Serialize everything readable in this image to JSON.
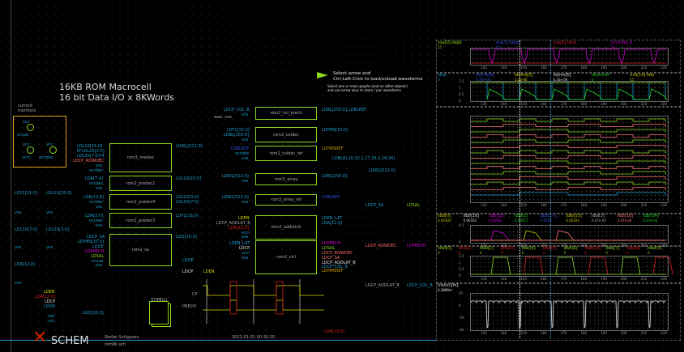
{
  "title": {
    "line1": "16KB ROM Macrocell",
    "line2": "16 bit Data I/O x 8KWords"
  },
  "current_monitors": {
    "label": "current\nmonitors",
    "items": [
      {
        "top": "vcc",
        "bottom": "vccsa"
      },
      {
        "top": "vcc",
        "bottom": "vccl"
      },
      {
        "top": "vcc",
        "bottom": "vccdec"
      }
    ]
  },
  "hint": {
    "line1": "Select arrow and",
    "line2": "Ctrl-Left-Click to load/unload waveforms",
    "line3": "Select one or more graphs (and no other objects)",
    "line4": "and use arrow keys to zoom / pan waveforms"
  },
  "blocks": [
    {
      "name": "rom3_rowdec",
      "inputs": [
        "LDL1X[15:0]",
        "8*LDL2X[3:0]",
        "LDL3X[7:0]*4",
        "LDCP_ROWDEC",
        "vss",
        "vccdec"
      ],
      "outputs": [
        "LDWL[511:0]"
      ]
    },
    {
      "name": "rom2_predec1",
      "inputs": [
        "LDA[7:4]",
        "vccdec",
        "vss"
      ],
      "outputs": [
        "LDL1X[15:0]"
      ]
    },
    {
      "name": "rom2_predec4",
      "inputs": [
        "LDA[12:8]",
        "vccdec",
        "vss"
      ],
      "outputs": [
        "LDL2X[3:0]",
        "LDL3X[7:0]"
      ]
    },
    {
      "name": "rom2_predec3",
      "inputs": [
        "LDA[3:0]",
        "vccdec",
        "vss"
      ],
      "outputs": [
        "LDY1[15:0]"
      ]
    },
    {
      "name": "rom2_sa",
      "inputs": [
        "LDCP_SA",
        "LDYMS[15:0]",
        "LDOE",
        "LDPRECH",
        "LDSAL",
        "vccsa",
        "vss"
      ],
      "outputs": [
        "LDQ[15:0]"
      ]
    },
    {
      "name": "rom2_col_prech",
      "inputs": [
        "LDCP_COL_B",
        "vss"
      ],
      "outputs": [
        "LDBL[255:0],LDBLREF"
      ]
    },
    {
      "name": "rom2_coldec",
      "inputs": [
        "LDY1[15:0]",
        "LDBL[255:0]",
        "vss"
      ],
      "outputs": [
        "LDYMS[15:0]"
      ]
    },
    {
      "name": "rom2_coldec_ref",
      "inputs": [
        "LDBLREF",
        "vccdec",
        "vss"
      ],
      "outputs": [
        "LDYMSREF"
      ]
    },
    {
      "name": "rom3_array",
      "inputs": [
        "LDWL[511:0]",
        "vss"
      ],
      "outputs": [
        "LDBL[255:0]"
      ]
    },
    {
      "name": "rom3_array_ref",
      "inputs": [
        "LDWL[511:0]",
        "vss"
      ],
      "outputs": [
        "LDBLREF"
      ]
    },
    {
      "name": "rom2_addlatch",
      "inputs": [
        "LDEN",
        "LDCP_ADDLAT_B",
        "LDA[12:0]",
        "vccl",
        "vss"
      ],
      "outputs": [
        "LDEN_LAT",
        "LDA[12:0]"
      ]
    },
    {
      "name": "rom2_ctrl",
      "inputs": [
        "LDEN_LAT",
        "LDCP",
        "vccl",
        "vss"
      ],
      "outputs": [
        "LDPRECH",
        "LDSAL",
        "LDCP_ROWDEC",
        "LDCP_SA",
        "LDCP_ADDLAT_B",
        "LDCP_COL_B",
        "LDYMSREF"
      ]
    }
  ],
  "was_label": "was: vsa",
  "probes_left": [
    "LDY1[15:0]",
    "LDL1X[15:0]",
    "LDL3X[7:0]",
    "LDL2X[3:0]",
    "LDA[12:0]"
  ],
  "probes_mid": [
    "LDCP_SA",
    "LDSAL",
    "LDCP_ROWDEC",
    "LDPRECH",
    "LDCP_ADDLAT_B",
    "LDCP_COL_B"
  ],
  "net_labels": {
    "ldbl_list": "LDBL[0,16,32,1,17,33,2,18,34]",
    "ldwl": "LDWL[511:0]",
    "lda_bottom": "LDA[12:0]",
    "lden": "LDEN",
    "ldoe": "LDOE",
    "ldcp": "LDCP",
    "vss": "vss"
  },
  "pins": [
    {
      "label": "LDEN",
      "color": "yel"
    },
    {
      "label": "LDA[12:0]",
      "color": "red"
    },
    {
      "label": "LDCP",
      "color": "wht"
    },
    {
      "label": "LDOE",
      "color": "blue"
    },
    {
      "label": "vss",
      "color": "blue"
    },
    {
      "label": "vcc",
      "color": "blue"
    }
  ],
  "ldq_pin": "LDQ[15:0]",
  "stimuli_label": "STIMULI",
  "timing": {
    "signals": [
      "CP",
      "PRECH"
    ]
  },
  "footer": {
    "logo": "SCHEM",
    "author": "Stefan Schippers",
    "file": "rom8k.sch",
    "date": "2022-01-31  00:32:20"
  },
  "graphs": [
    {
      "traces": [
        {
          "name": "xsa[0].ldqib",
          "val": "15",
          "color": "#8ed820"
        },
        {
          "name": "xsa[5].ldqib",
          "val": "15",
          "color": "#2f50e0"
        },
        {
          "name": "xsa[0].ldsal",
          "val": "0",
          "color": "#d81e1e"
        },
        {
          "name": "xctrl.ldq_b",
          "val": "15",
          "color": "#d000d0"
        }
      ]
    },
    {
      "traces": [
        {
          "name": "ldcp",
          "val": "0",
          "color": "#1ea0d0"
        },
        {
          "name": "ldyms[4]",
          "val": "5.00e-04",
          "color": "#2f50e0"
        },
        {
          "name": "ldyms[5]",
          "val": "1.2e-04",
          "color": "#d8d800"
        },
        {
          "name": "ldyms[6]",
          "val": "6.33e-04",
          "color": "#d8d8d8"
        },
        {
          "name": "ldymsref",
          "val": "0",
          "color": "#20d020"
        },
        {
          "name": "xsa[14].ldqi",
          "val": "15",
          "color": "#c0c000"
        }
      ],
      "yticks": [
        "1.5",
        "1",
        "0.5",
        "0"
      ]
    },
    {
      "traces": []
    },
    {
      "traces": [
        {
          "name": "ldbl[0]",
          "val": "0.00300",
          "color": "#c0c000"
        },
        {
          "name": "ldbl[16]",
          "val": "0.00161",
          "color": "#d8d8d8"
        },
        {
          "name": "ldbl[32]",
          "val": "0.00091",
          "color": "#d000d0"
        },
        {
          "name": "ldbl[1]",
          "val": "0.00417",
          "color": "#20d020"
        },
        {
          "name": "ldbl[17]",
          "val": "0.0028",
          "color": "#2f50e0"
        },
        {
          "name": "ldbl[33]",
          "val": "0.00300",
          "color": "#c0c000"
        },
        {
          "name": "ldbl[2]",
          "val": "6.67e-04",
          "color": "#aaaaaa"
        },
        {
          "name": "ldbl[18]",
          "val": "5.67e-04",
          "color": "#ff7070"
        },
        {
          "name": "ldbl[34]",
          "val": "6.67e-04",
          "color": "#20d020"
        }
      ],
      "yticks": [
        "0.5",
        "0"
      ]
    },
    {
      "traces": [
        {
          "name": "ldwl[0]",
          "val": "0",
          "color": "#8ed820"
        },
        {
          "name": "ldwl[1]",
          "val": "0",
          "color": "#d81e1e"
        },
        {
          "name": "ldwl[2]",
          "val": "0",
          "color": "#8ed820"
        },
        {
          "name": "ldwl[3]",
          "val": "0",
          "color": "#d81e1e"
        },
        {
          "name": "ldwl[4]",
          "val": "0",
          "color": "#8ed820"
        },
        {
          "name": "ldwl[5]",
          "val": "0",
          "color": "#d81e1e"
        },
        {
          "name": "ldwl[6]",
          "val": "0",
          "color": "#8ed820"
        },
        {
          "name": "ldwl[16]",
          "val": "0",
          "color": "#d81e1e"
        },
        {
          "name": "ldwl[7]",
          "val": "0",
          "color": "#8ed820"
        },
        {
          "name": "ldwl[8]",
          "val": "0",
          "color": "#d81e1e"
        },
        {
          "name": "ldwl[9]",
          "val": "0",
          "color": "#8ed820"
        }
      ],
      "yticks": [
        "1.5",
        "1",
        "0.5",
        "0"
      ]
    },
    {
      "traces": [
        {
          "name": "i(vvcc)[m]",
          "val": "0.2886m",
          "color": "#e6e6e6"
        }
      ],
      "yticks": [
        "20",
        "0",
        "-20",
        "-40"
      ]
    }
  ],
  "xticks": [
    "130",
    "140",
    "150",
    "160",
    "170",
    "180",
    "190",
    "200",
    "210",
    "220"
  ]
}
